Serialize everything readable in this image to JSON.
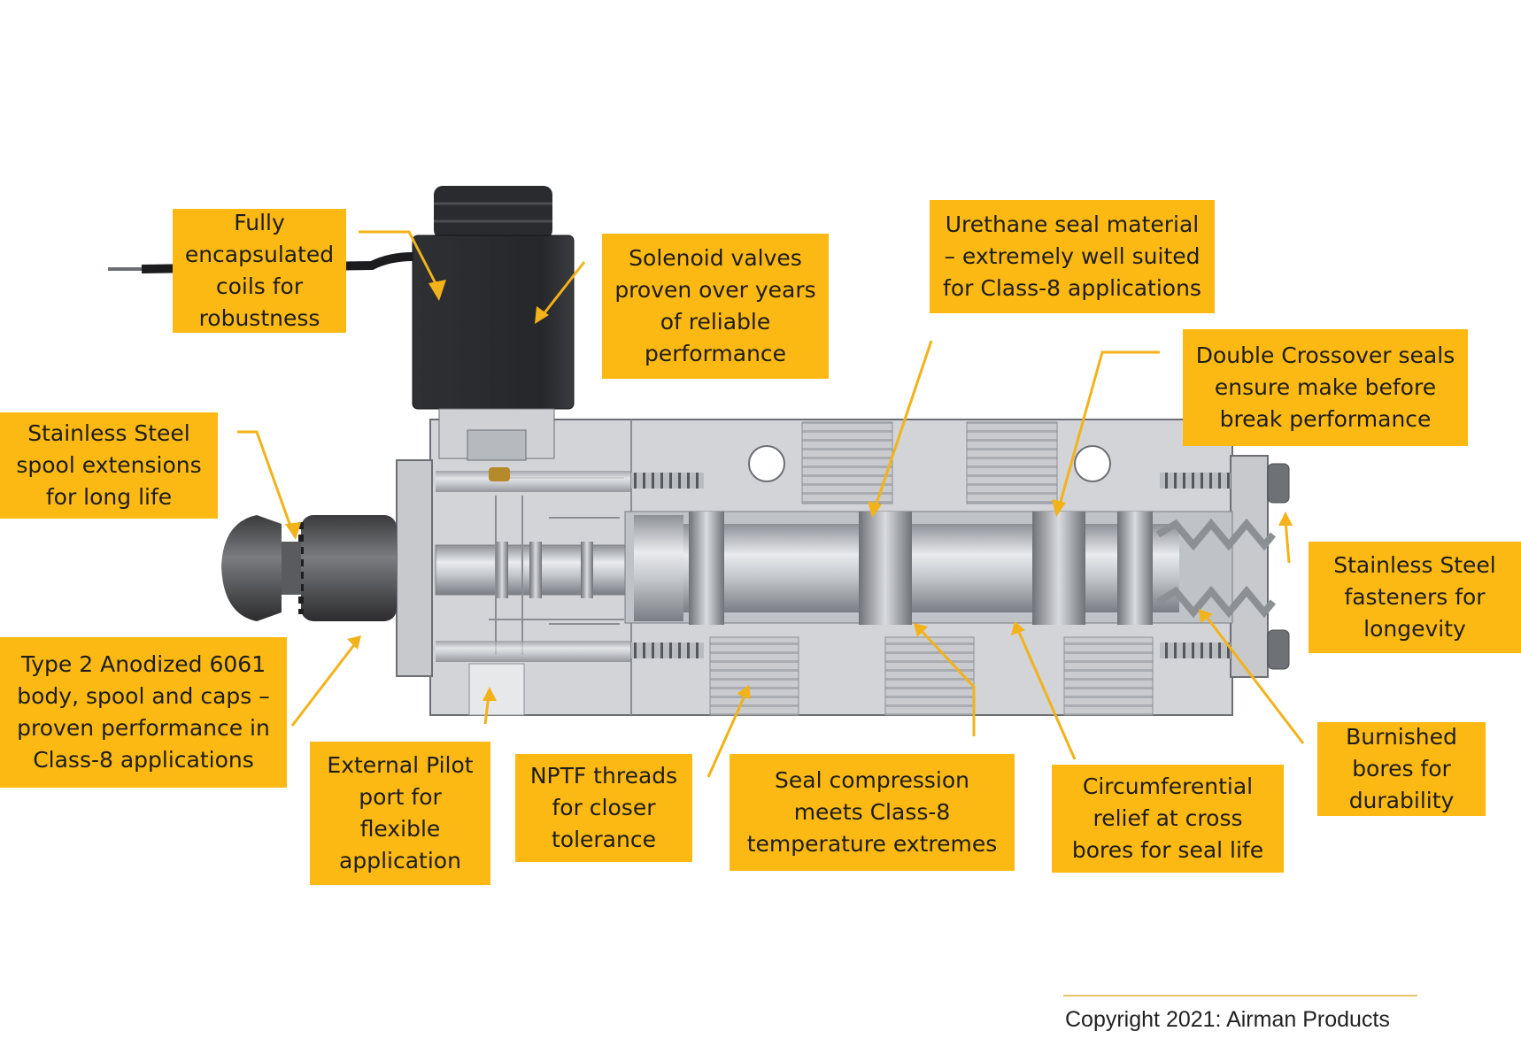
{
  "callouts": {
    "coils": "Fully\nencapsulated\ncoils for\nrobustness",
    "solenoid": "Solenoid valves\nproven over years\nof reliable\nperformance",
    "urethane": "Urethane seal material\n– extremely well suited\nfor Class-8 applications",
    "crossover": "Double Crossover seals\nensure make before\nbreak performance",
    "spool_ext": "Stainless Steel\nspool extensions\nfor long life",
    "fasteners": "Stainless Steel\nfasteners for\nlongevity",
    "anodized": "Type 2 Anodized 6061\nbody, spool and caps –\nproven performance in\nClass-8 applications",
    "pilot": "External Pilot\nport for\nflexible\napplication",
    "nptf": "NPTF threads\nfor closer\ntolerance",
    "compression": "Seal compression\nmeets Class-8\ntemperature extremes",
    "relief": "Circumferential\nrelief at cross\nbores for seal life",
    "burnished": "Burnished\nbores for\ndurability"
  },
  "copyright": "Copyright 2021: Airman Products",
  "colors": {
    "callout_fill": "#FDB913",
    "arrow": "#F2B21A",
    "body": "#D2D4D8",
    "solenoid": "#2A2B2E"
  }
}
